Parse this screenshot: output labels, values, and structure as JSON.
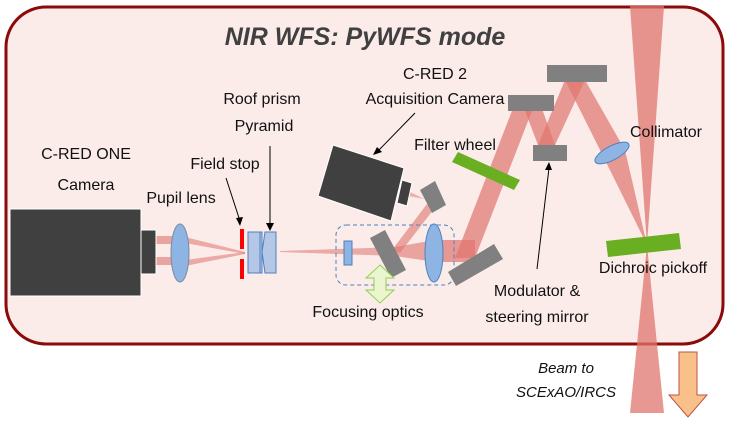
{
  "title": "NIR WFS: PyWFS mode",
  "colors": {
    "panel_fill": "#fbecea",
    "panel_border": "#8b0a0a",
    "beam": "#e0756e",
    "mirror": "#808080",
    "camera": "#404040",
    "lens": "#8eb4e3",
    "filter": "#6aaf22",
    "field_stop": "#ff0000",
    "prism": "#b4c7e7",
    "output_arrow": "#f9c089"
  },
  "labels": {
    "cred_one_line1": "C-RED ONE",
    "cred_one_line2": "Camera",
    "pupil_lens": "Pupil lens",
    "field_stop": "Field stop",
    "roof_prism_line1": "Roof prism",
    "roof_prism_line2": "Pyramid",
    "cred2_line1": "C-RED 2",
    "cred2_line2": "Acquisition Camera",
    "filter_wheel": "Filter wheel",
    "collimator": "Collimator",
    "dichroic": "Dichroic pickoff",
    "focusing_optics": "Focusing optics",
    "modulator_line1": "Modulator &",
    "modulator_line2": "steering mirror",
    "beam_out_line1": "Beam to",
    "beam_out_line2": "SCExAO/IRCS"
  }
}
